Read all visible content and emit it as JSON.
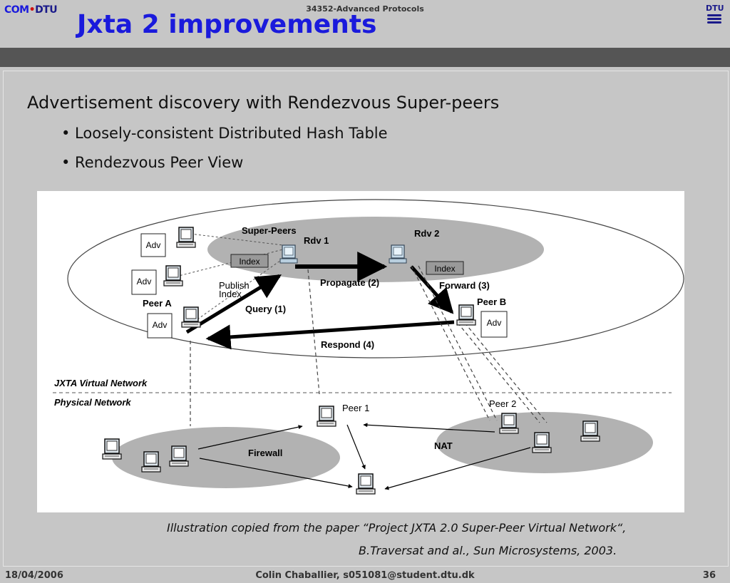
{
  "header": {
    "course": "34352-Advanced Protocols",
    "title": "Jxta 2 improvements",
    "logo_com": "COM",
    "logo_dot": "•",
    "logo_dtu": "DTU",
    "dtu_logo": "DTU"
  },
  "content": {
    "heading": "Advertisement discovery with Rendezvous Super-peers",
    "bullets": [
      "• Loosely-consistent Distributed Hash Table",
      "• Rendezvous Peer View"
    ]
  },
  "figure": {
    "super_peers": "Super-Peers",
    "rdv1": "Rdv 1",
    "rdv2": "Rdv 2",
    "index": "Index",
    "adv": "Adv",
    "peer_a": "Peer A",
    "peer_b": "Peer B",
    "publish": "Publish",
    "publish_index": "Index",
    "propagate": "Propagate (2)",
    "forward": "Forward (3)",
    "query": "Query (1)",
    "respond": "Respond (4)",
    "virtual": "JXTA Virtual Network",
    "physical": "Physical Network",
    "peer1": "Peer 1",
    "peer2": "Peer 2",
    "firewall": "Firewall",
    "nat": "NAT"
  },
  "caption": {
    "line1": "Illustration copied from the paper “Project JXTA 2.0 Super-Peer Virtual Network“,",
    "line2": "B.Traversat and al., Sun Microsystems, 2003."
  },
  "footer": {
    "date": "18/04/2006",
    "author": "Colin Chaballier, s051081@student.dtu.dk",
    "page": "36"
  }
}
